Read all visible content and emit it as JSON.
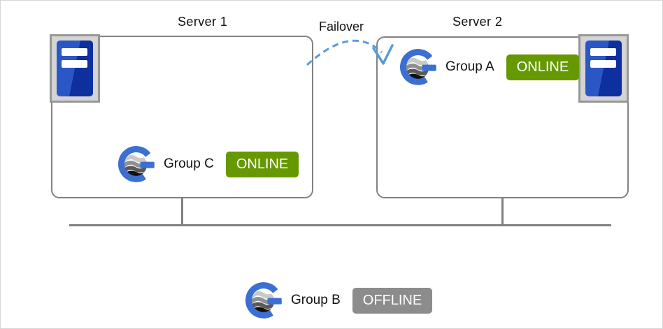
{
  "colors": {
    "online_green": "#669900",
    "offline_gray": "#8c8c8c",
    "line_gray": "#808080",
    "arrow_blue": "#5b9bd5",
    "group_blue": "#3b6fd1",
    "server_blue_light": "#2b57c6",
    "server_blue_dark": "#0e2f9e"
  },
  "diagram": {
    "server1": {
      "label": "Server 1",
      "group": {
        "name": "Group C",
        "status": "ONLINE"
      }
    },
    "server2": {
      "label": "Server 2",
      "group": {
        "name": "Group A",
        "status": "ONLINE"
      }
    },
    "failover_label": "Failover",
    "standby_group": {
      "name": "Group B",
      "status": "OFFLINE"
    }
  }
}
